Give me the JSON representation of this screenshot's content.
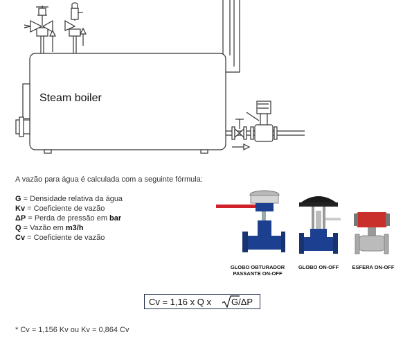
{
  "diagram": {
    "boiler_label": "Steam boiler"
  },
  "text": {
    "intro": "A vazão para água é calculada com a seguinte fórmula:",
    "definitions": [
      {
        "symbol": "G",
        "desc": "Densidade relativa da água"
      },
      {
        "symbol": "Kv",
        "desc": "Coeficiente de vazão"
      },
      {
        "symbol": "ΔP",
        "desc": "Perda de pressão em ",
        "unit": "bar"
      },
      {
        "symbol": "Q",
        "desc": "Vazão em ",
        "unit": "m3/h"
      },
      {
        "symbol": "Cv",
        "desc": "Coeficiente de vazão"
      }
    ],
    "equals": "="
  },
  "valves": [
    {
      "caption_line1": "GLOBO OBTURADOR",
      "caption_line2": "PASSANTE ON-OFF"
    },
    {
      "caption_line1": "GLOBO ON-OFF",
      "caption_line2": ""
    },
    {
      "caption_line1": "ESFERA ON-OFF",
      "caption_line2": ""
    }
  ],
  "formula": {
    "lhs": "Cv = 1,16 x Q x",
    "radicand": "G/ΔP"
  },
  "footnote": "* Cv = 1,156 Kv ou Kv = 0,864 Cv",
  "colors": {
    "valve_blue": "#1d3f8f",
    "handle_red": "#d0222b",
    "actuator_black": "#1a1a1a",
    "actuator_red": "#c9302c",
    "formula_border": "#1b2a4a"
  }
}
